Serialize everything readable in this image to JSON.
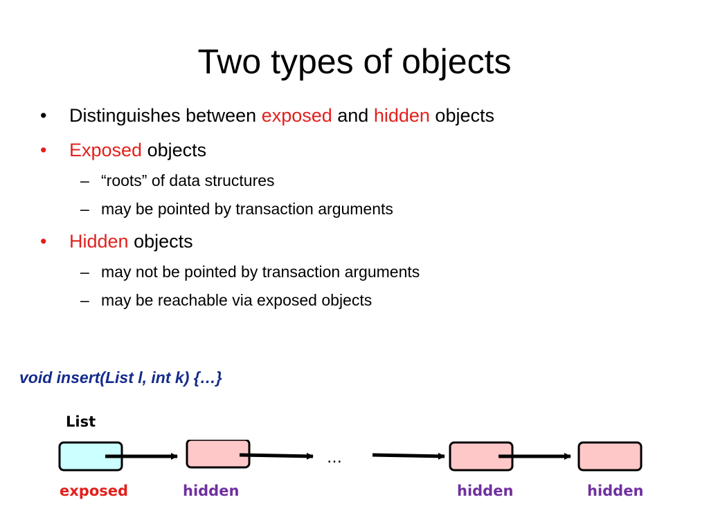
{
  "slide": {
    "title": "Two types of objects",
    "bullets": [
      {
        "parts": [
          {
            "text": "Distinguishes between ",
            "emphasis": false
          },
          {
            "text": "exposed",
            "emphasis": true
          },
          {
            "text": " and ",
            "emphasis": false
          },
          {
            "text": "hidden",
            "emphasis": true
          },
          {
            "text": " objects",
            "emphasis": false
          }
        ],
        "bullet_red": false,
        "sub": []
      },
      {
        "parts": [
          {
            "text": "Exposed",
            "emphasis": true
          },
          {
            "text": " objects",
            "emphasis": false
          }
        ],
        "bullet_red": true,
        "sub": [
          "“roots” of data structures",
          "may be pointed by transaction arguments"
        ]
      },
      {
        "parts": [
          {
            "text": "Hidden",
            "emphasis": true
          },
          {
            "text": " objects",
            "emphasis": false
          }
        ],
        "bullet_red": true,
        "sub": [
          "may not be pointed by transaction arguments",
          "may be reachable via exposed objects"
        ]
      }
    ],
    "bullet_glyph": "•",
    "dash_glyph": "–",
    "code": "void insert(List l, int k) {…}"
  },
  "diagram": {
    "list_label": "List",
    "ellipsis": "…",
    "nodes": [
      {
        "kind": "exposed",
        "label": "exposed"
      },
      {
        "kind": "hidden",
        "label": "hidden"
      },
      {
        "kind": "hidden",
        "label": "hidden"
      },
      {
        "kind": "hidden",
        "label": "hidden"
      }
    ]
  },
  "colors": {
    "emphasis": "#e2201c",
    "code": "#142a8c",
    "exposed_fill": "#ccffff",
    "hidden_fill": "#ffc8c8",
    "exposed_label": "#e2201c",
    "hidden_label": "#7030a0"
  }
}
